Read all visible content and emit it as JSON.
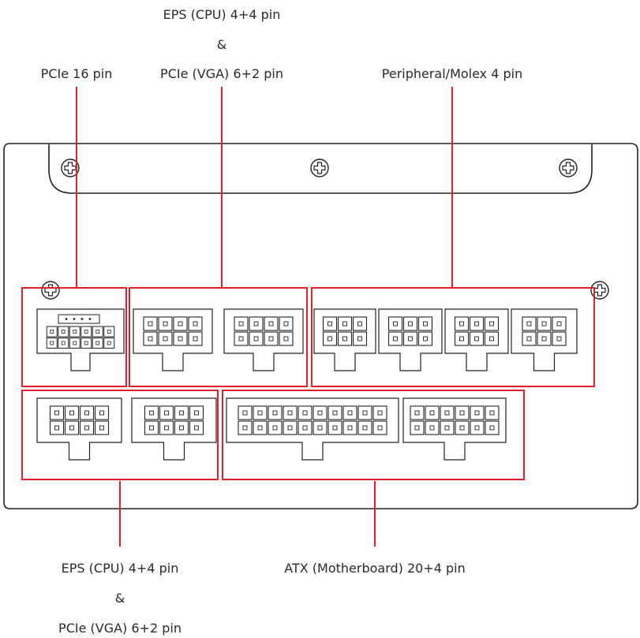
{
  "labels": {
    "top_center_line1": "EPS (CPU) 4+4 pin",
    "top_center_amp": "&",
    "top_center_line2": "PCIe (VGA) 6+2 pin",
    "top_left": "PCIe 16 pin",
    "top_right": "Peripheral/Molex 4 pin",
    "bottom_left_line1": "EPS (CPU) 4+4 pin",
    "bottom_left_amp": "&",
    "bottom_left_line2": "PCIe (VGA) 6+2 pin",
    "bottom_center": "ATX (Motherboard) 20+4 pin"
  },
  "colors": {
    "highlight": "#e0202a",
    "outline": "#222222"
  },
  "icons": [
    "screw-icon"
  ]
}
